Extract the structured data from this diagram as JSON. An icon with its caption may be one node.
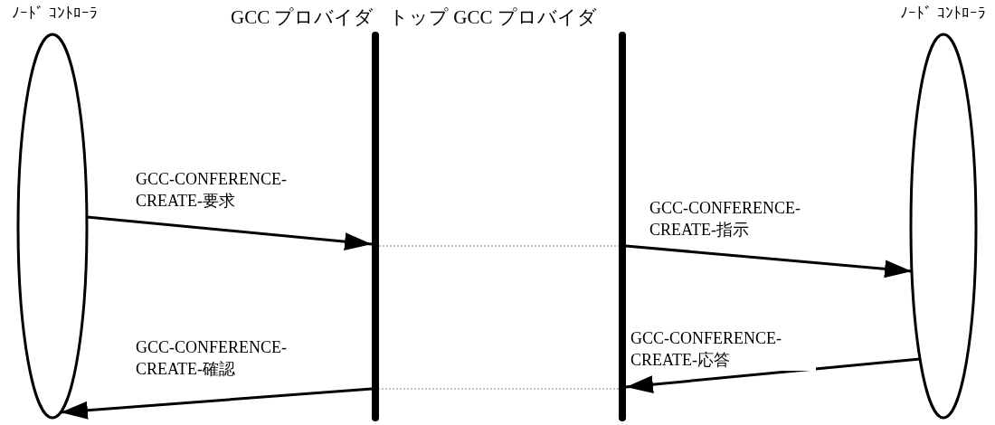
{
  "diagram": {
    "nodes": [
      {
        "text": [
          "ﾉｰﾄﾞ ｺﾝﾄﾛｰﾗ"
        ]
      },
      {
        "text": [
          "GCC プロバイダ"
        ]
      },
      {
        "text": [
          "トップ GCC プロバイダ"
        ]
      },
      {
        "text": [
          "ﾉｰﾄﾞ ｺﾝﾄﾛｰﾗ"
        ]
      }
    ],
    "edges": [
      {
        "from": 0,
        "to": 1,
        "arrow": "to",
        "label": "GCC-CONFERENCE-CREATE-要求"
      },
      {
        "from": 1,
        "to": 2,
        "arrow": "none",
        "style": "dashed",
        "color": "#808080"
      },
      {
        "from": 2,
        "to": 3,
        "arrow": "to",
        "label": "GCC-CONFERENCE-CREATE-指示"
      },
      {
        "from": 3,
        "to": 2,
        "arrow": "to",
        "label": "GCC-CONFERENCE-CREATE-応答"
      },
      {
        "from": 2,
        "to": 1,
        "arrow": "none",
        "style": "dashed",
        "color": "#808080"
      },
      {
        "from": 1,
        "to": 0,
        "arrow": "to",
        "label": "GCC-CONFERENCE-CREATE-確認"
      }
    ]
  }
}
